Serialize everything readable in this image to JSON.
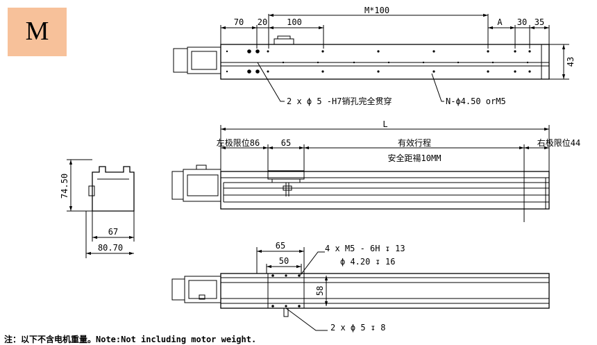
{
  "model_badge": "M",
  "top_view": {
    "dim_70": "70",
    "dim_20": "20",
    "dim_100": "100",
    "dim_pitch": "M*100",
    "dim_A": "A",
    "dim_30": "30",
    "dim_35": "35",
    "dim_43": "43",
    "callout_pin": "2 x ϕ 5 -H7销孔完全贯穿",
    "callout_holes": "N-ϕ4.50 orM5"
  },
  "side_view": {
    "dim_L": "L",
    "left_limit": "左极限位86",
    "dim_65": "65",
    "stroke": "有效行程",
    "safe_distance": "安全距禓10MM",
    "right_limit": "右极限位44"
  },
  "end_view": {
    "dim_height": "74.50",
    "dim_67": "67",
    "dim_width": "80.70"
  },
  "bottom_view": {
    "dim_65": "65",
    "dim_50": "50",
    "dim_58": "58",
    "callout_thread": "4 x  M5 - 6H ↧ 13",
    "callout_drill": "ϕ 4.20 ↧ 16",
    "callout_pin": "2 x ϕ 5 ↧ 8"
  },
  "footer_note": "注：以下不含电机重量。Note:Not including motor weight."
}
